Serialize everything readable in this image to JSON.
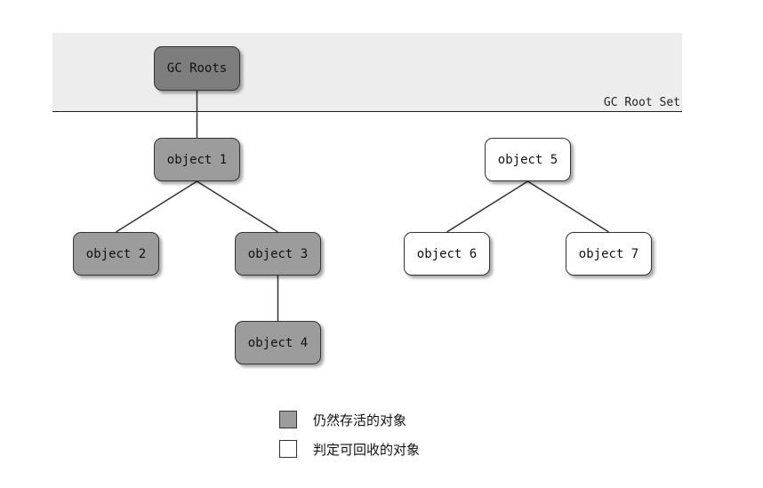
{
  "root_set_label": "GC Root Set",
  "colors": {
    "root_fill": "#7d7d7d",
    "alive_fill": "#9c9c9c",
    "reclaimable_fill": "#ffffff",
    "band_fill": "#ededed",
    "edge": "#333333"
  },
  "nodes": [
    {
      "id": "gc-roots",
      "label": "GC Roots",
      "kind": "root"
    },
    {
      "id": "object-1",
      "label": "object 1",
      "kind": "alive"
    },
    {
      "id": "object-2",
      "label": "object 2",
      "kind": "alive"
    },
    {
      "id": "object-3",
      "label": "object 3",
      "kind": "alive"
    },
    {
      "id": "object-4",
      "label": "object 4",
      "kind": "alive"
    },
    {
      "id": "object-5",
      "label": "object 5",
      "kind": "reclaimable"
    },
    {
      "id": "object-6",
      "label": "object 6",
      "kind": "reclaimable"
    },
    {
      "id": "object-7",
      "label": "object 7",
      "kind": "reclaimable"
    }
  ],
  "edges": [
    {
      "from": "gc-roots",
      "to": "object-1"
    },
    {
      "from": "object-1",
      "to": "object-2"
    },
    {
      "from": "object-1",
      "to": "object-3"
    },
    {
      "from": "object-3",
      "to": "object-4"
    },
    {
      "from": "object-5",
      "to": "object-6"
    },
    {
      "from": "object-5",
      "to": "object-7"
    }
  ],
  "legend": [
    {
      "label": "仍然存活的对象",
      "kind": "alive"
    },
    {
      "label": "判定可回收的对象",
      "kind": "reclaimable"
    }
  ]
}
